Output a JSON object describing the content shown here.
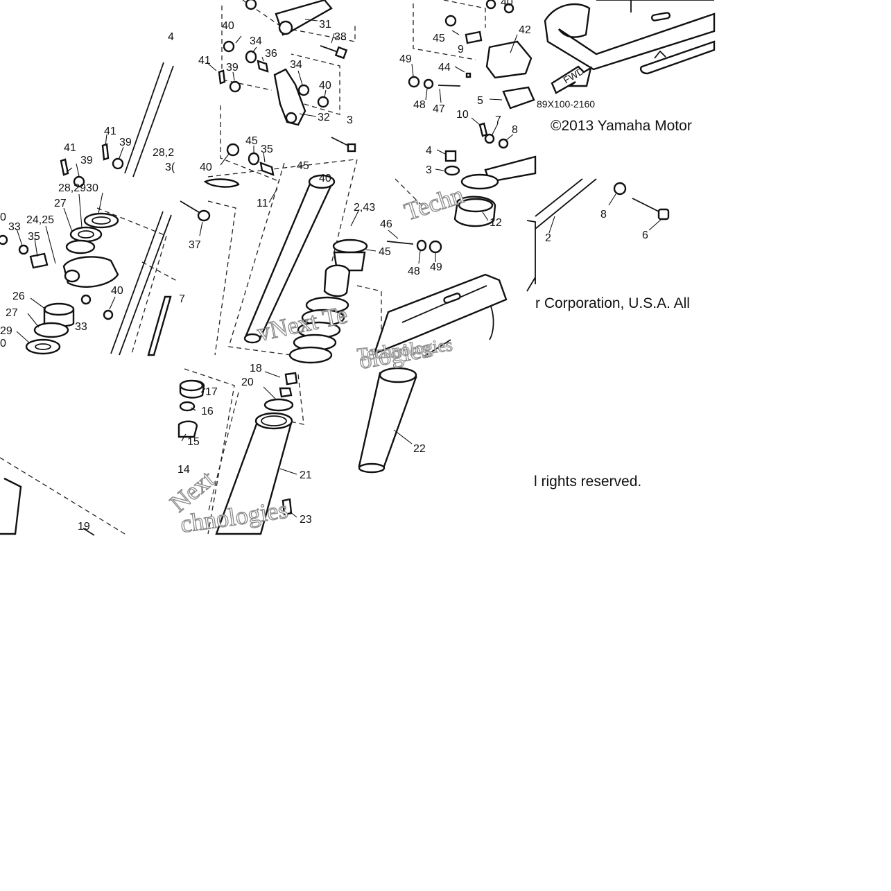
{
  "diagram": {
    "copyright_line1": "©2013 Yamaha Motor",
    "copyright_line2": "r Corporation, U.S.A. All",
    "copyright_line3": "l rights reserved.",
    "figure_code": "89X100-2160",
    "fwd_label": "FWD",
    "watermark_texts": [
      "Techn",
      "vNext Te",
      "Next",
      "Technologies",
      "ologies",
      "chnologies"
    ],
    "callouts": [
      {
        "id": "c40a",
        "text": "40"
      },
      {
        "id": "c31",
        "text": "31"
      },
      {
        "id": "c38",
        "text": "38"
      },
      {
        "id": "c34a",
        "text": "34"
      },
      {
        "id": "c36",
        "text": "36"
      },
      {
        "id": "c41a",
        "text": "41"
      },
      {
        "id": "c39a",
        "text": "39"
      },
      {
        "id": "c34b",
        "text": "34"
      },
      {
        "id": "c40b",
        "text": "40"
      },
      {
        "id": "c32",
        "text": "32"
      },
      {
        "id": "c3a",
        "text": "3"
      },
      {
        "id": "c40c",
        "text": "40"
      },
      {
        "id": "c45a",
        "text": "45"
      },
      {
        "id": "c35a",
        "text": "35"
      },
      {
        "id": "c45b",
        "text": "45"
      },
      {
        "id": "c40d",
        "text": "40"
      },
      {
        "id": "c11",
        "text": "11"
      },
      {
        "id": "c37",
        "text": "37"
      },
      {
        "id": "c4top",
        "text": "4"
      },
      {
        "id": "c41b",
        "text": "41"
      },
      {
        "id": "c39b",
        "text": "39"
      },
      {
        "id": "c41c",
        "text": "41"
      },
      {
        "id": "c39c",
        "text": "39"
      },
      {
        "id": "c28",
        "text": "28,2"
      },
      {
        "id": "c30a",
        "text": "3("
      },
      {
        "id": "c282930",
        "text": "28,2930"
      },
      {
        "id": "c27a",
        "text": "27"
      },
      {
        "id": "c0a",
        "text": "0"
      },
      {
        "id": "c33a",
        "text": "33"
      },
      {
        "id": "c2425",
        "text": "24,25"
      },
      {
        "id": "c35b",
        "text": "35"
      },
      {
        "id": "c40e",
        "text": "40"
      },
      {
        "id": "c26",
        "text": "26"
      },
      {
        "id": "c33b",
        "text": "33"
      },
      {
        "id": "c27b",
        "text": "27"
      },
      {
        "id": "c29",
        "text": "29"
      },
      {
        "id": "c0b",
        "text": "0"
      },
      {
        "id": "c7a",
        "text": "7"
      },
      {
        "id": "c40f",
        "text": "40"
      },
      {
        "id": "c45c",
        "text": "45"
      },
      {
        "id": "c9",
        "text": "9"
      },
      {
        "id": "c42",
        "text": "42"
      },
      {
        "id": "c49a",
        "text": "49"
      },
      {
        "id": "c44",
        "text": "44"
      },
      {
        "id": "c48a",
        "text": "48"
      },
      {
        "id": "c47",
        "text": "47"
      },
      {
        "id": "c5",
        "text": "5"
      },
      {
        "id": "c10",
        "text": "10"
      },
      {
        "id": "c7b",
        "text": "7"
      },
      {
        "id": "c8a",
        "text": "8"
      },
      {
        "id": "c4",
        "text": "4"
      },
      {
        "id": "c3b",
        "text": "3"
      },
      {
        "id": "c12",
        "text": "12"
      },
      {
        "id": "c43",
        "text": "2,43"
      },
      {
        "id": "c46",
        "text": "46"
      },
      {
        "id": "c45d",
        "text": "45"
      },
      {
        "id": "c48b",
        "text": "48"
      },
      {
        "id": "c49b",
        "text": "49"
      },
      {
        "id": "c8b",
        "text": "8"
      },
      {
        "id": "c6",
        "text": "6"
      },
      {
        "id": "c2",
        "text": "2"
      },
      {
        "id": "c18",
        "text": "18"
      },
      {
        "id": "c20",
        "text": "20"
      },
      {
        "id": "c17",
        "text": "17"
      },
      {
        "id": "c16",
        "text": "16"
      },
      {
        "id": "c15",
        "text": "15"
      },
      {
        "id": "c14",
        "text": "14"
      },
      {
        "id": "c21",
        "text": "21"
      },
      {
        "id": "c23",
        "text": "23"
      },
      {
        "id": "c19",
        "text": "19"
      },
      {
        "id": "c22",
        "text": "22"
      }
    ]
  }
}
